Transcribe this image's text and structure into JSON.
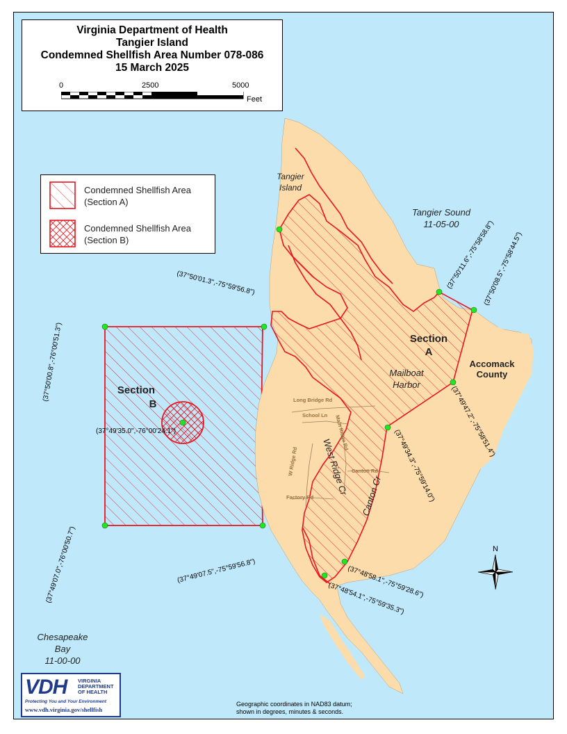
{
  "title": {
    "line1": "Virginia Department of Health",
    "line2": "Tangier Island",
    "line3": "Condemned Shellfish Area Number 078-086",
    "line4": "15 March 2025"
  },
  "scale_bar": {
    "ticks": [
      "0",
      "2500",
      "5000"
    ],
    "unit": "Feet"
  },
  "legend": [
    {
      "label_line1": "Condemned Shellfish Area",
      "label_line2": "(Section A)",
      "pattern": "hatch-single"
    },
    {
      "label_line1": "Condemned Shellfish Area",
      "label_line2": "(Section B)",
      "pattern": "hatch-cross"
    }
  ],
  "labels": {
    "tangier_island_1": "Tangier",
    "tangier_island_2": "Island",
    "tangier_sound_1": "Tangier Sound",
    "tangier_sound_2": "11-05-00",
    "section_a_1": "Section",
    "section_a_2": "A",
    "section_b_1": "Section",
    "section_b_2": "B",
    "accomack_1": "Accomack",
    "accomack_2": "County",
    "mailboat_1": "Mailboat",
    "mailboat_2": "Harbor",
    "chesapeake_1": "Chesapeake",
    "chesapeake_2": "Bay",
    "chesapeake_3": "11-00-00",
    "west_ridge_cr": "West Ridge Cr",
    "canton_cr": "Canton Cr",
    "north_arrow": "N"
  },
  "roads": {
    "long_bridge_rd": "Long Bridge Rd",
    "school_ln": "School Ln",
    "main_ridge_rd": "Main Ridge Rd",
    "w_ridge_rd": "W Ridge Rd",
    "canton_rd": "Canton Rd",
    "factory_rd": "Factory Rd"
  },
  "coordinates": {
    "p1": "(37°50'01.3\",-75°59'56.8\")",
    "p2": "(37°50'00.8\",-76°00'51.3\")",
    "p3": "(37°50'11.6\",-75°58'58.8\")",
    "p4": "(37°50'08.5\",-75°58'44.5\")",
    "p5": "(37°49'47.2\",-75°58'51.4\")",
    "p6": "(37°49'34.3\",-75°59'14.0\")",
    "p7": "(37°48'58.1\",-75°59'28.6\")",
    "p8": "(37°48'54.1\",-75°59'35.3\")",
    "p9": "(37°49'07.5\",-75°59'56.8\")",
    "p10": "(37°49'07.0\",-76°00'50.7\")",
    "center_b": "(37°49'35.0\",-76°00'24.1\")"
  },
  "logo": {
    "mark": "VDH",
    "side1": "VIRGINIA",
    "side2": "DEPARTMENT",
    "side3": "OF HEALTH",
    "tagline": "Protecting You and Your Environment",
    "url": "www.vdh.virginia.gov/shellfish"
  },
  "footnote": {
    "line1": "Geographic coordinates in NAD83 datum;",
    "line2": "shown in degrees, minutes & seconds."
  },
  "colors": {
    "water": "#bfe8fb",
    "land": "#fcdcab",
    "condemned": "#e8141e",
    "station": "#22e622"
  }
}
